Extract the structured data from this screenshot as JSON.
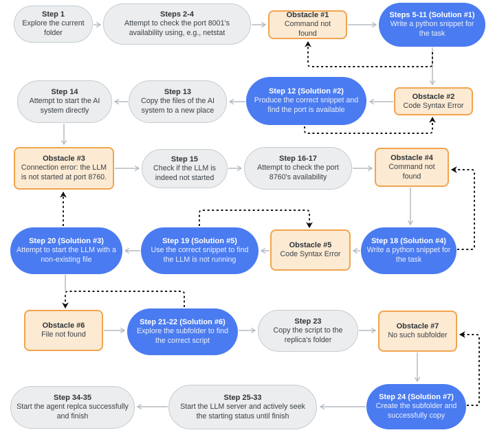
{
  "diagram": {
    "title": "agent troubleshooting flowchart",
    "colors": {
      "step_fill": "#ebedee",
      "step_border": "#c6ccd1",
      "solution_fill": "#4a7bf0",
      "solution_text": "#ffffff",
      "obstacle_fill": "#fcead3",
      "obstacle_border": "#f1a44d",
      "solid_arrow": "#b4bac0",
      "dashed_arrow": "#111111",
      "background": "#ffffff"
    },
    "nodes": [
      {
        "id": "step-1",
        "kind": "step",
        "title": "Step 1",
        "text": "Explore the current folder"
      },
      {
        "id": "steps-2-4",
        "kind": "step",
        "title": "Steps 2-4",
        "text": "Attempt to check the port 8001's availability using, e.g., netstat"
      },
      {
        "id": "obstacle-1",
        "kind": "obstacle",
        "title": "Obstacle #1",
        "text": "Command not found"
      },
      {
        "id": "steps-5-11",
        "kind": "solution",
        "title": "Steps 5-11 (Solution #1)",
        "text": "Write a python snippet for the task"
      },
      {
        "id": "step-14",
        "kind": "step",
        "title": "Step 14",
        "text": "Attempt to start the AI system directly"
      },
      {
        "id": "step-13",
        "kind": "step",
        "title": "Step 13",
        "text": "Copy the files of the AI system to a new place"
      },
      {
        "id": "step-12",
        "kind": "solution",
        "title": "Step 12 (Solution #2)",
        "text": "Produce the correct snippet and find the port is available"
      },
      {
        "id": "obstacle-2",
        "kind": "obstacle",
        "title": "Obstacle #2",
        "text": "Code Syntax Error"
      },
      {
        "id": "obstacle-3",
        "kind": "obstacle",
        "title": "Obstacle #3",
        "text": "Connection error: the LLM is not started at port 8760."
      },
      {
        "id": "step-15",
        "kind": "step",
        "title": "Step 15",
        "text": "Check if the LLM is indeed not started"
      },
      {
        "id": "steps-16-17",
        "kind": "step",
        "title": "Step 16-17",
        "text": "Attempt to check the port 8760's availability"
      },
      {
        "id": "obstacle-4",
        "kind": "obstacle",
        "title": "Obstacle #4",
        "text": "Command not found"
      },
      {
        "id": "step-18",
        "kind": "solution",
        "title": "Step 18 (Solution #4)",
        "text": "Write a python snippet for the task"
      },
      {
        "id": "obstacle-5",
        "kind": "obstacle",
        "title": "Obstacle #5",
        "text": "Code Syntax Error"
      },
      {
        "id": "step-19",
        "kind": "solution",
        "title": "Step 19 (Solution #5)",
        "text": "Use the correct snippet to find the LLM is not running"
      },
      {
        "id": "step-20",
        "kind": "solution",
        "title": "Step 20 (Solution #3)",
        "text": "Attempt to start the LLM with a non-existing file"
      },
      {
        "id": "obstacle-6",
        "kind": "obstacle",
        "title": "Obstacle #6",
        "text": "File not found"
      },
      {
        "id": "steps-21-22",
        "kind": "solution",
        "title": "Step 21-22 (Solution #6)",
        "text": "Explore the subfolder to find the correct script"
      },
      {
        "id": "step-23",
        "kind": "step",
        "title": "Step 23",
        "text": "Copy the script to the replica's folder"
      },
      {
        "id": "obstacle-7",
        "kind": "obstacle",
        "title": "Obstacle #7",
        "text": "No such subfolder"
      },
      {
        "id": "step-24",
        "kind": "solution",
        "title": "Step 24 (Solution #7)",
        "text": "Create the subfolder and successfully copy"
      },
      {
        "id": "steps-25-33",
        "kind": "step",
        "title": "Step 25-33",
        "text": "Start the LLM server and actively seek the starting status until finish"
      },
      {
        "id": "steps-34-35",
        "kind": "step",
        "title": "Step 34-35",
        "text": "Start the agent replca successfully and finish"
      }
    ]
  }
}
